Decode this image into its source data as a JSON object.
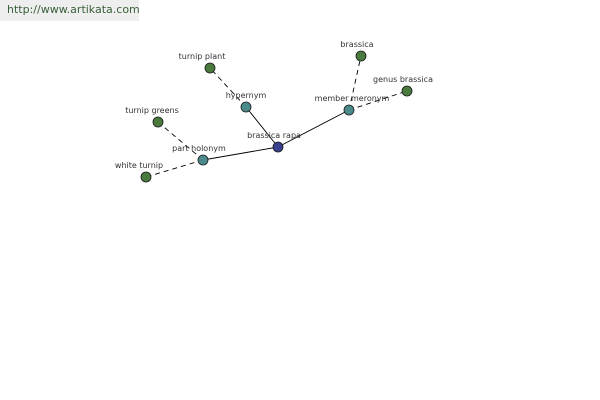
{
  "header": {
    "url": "http://www.artikata.com"
  },
  "colors": {
    "root": "#3a3f8f",
    "relation": "#4a8a8a",
    "term": "#4a7a3e",
    "edge": "#000000",
    "url_text": "#3a5f3a",
    "url_bg": "#eeeeee"
  },
  "graph": {
    "nodes": [
      {
        "id": "root",
        "label": "brassica rapa",
        "kind": "root"
      },
      {
        "id": "hypernym",
        "label": "hypernym",
        "kind": "relation"
      },
      {
        "id": "member-meronym",
        "label": "member meronym",
        "kind": "relation"
      },
      {
        "id": "part-holonym",
        "label": "part holonym",
        "kind": "relation"
      },
      {
        "id": "turnip-plant",
        "label": "turnip plant",
        "kind": "term"
      },
      {
        "id": "brassica",
        "label": "brassica",
        "kind": "term"
      },
      {
        "id": "genus-brassica",
        "label": "genus brassica",
        "kind": "term"
      },
      {
        "id": "turnip-greens",
        "label": "turnip greens",
        "kind": "term"
      },
      {
        "id": "white-turnip",
        "label": "white turnip",
        "kind": "term"
      }
    ],
    "edges": [
      {
        "from": "root",
        "to": "hypernym",
        "style": "solid"
      },
      {
        "from": "root",
        "to": "member-meronym",
        "style": "solid"
      },
      {
        "from": "root",
        "to": "part-holonym",
        "style": "solid"
      },
      {
        "from": "hypernym",
        "to": "turnip-plant",
        "style": "dashed"
      },
      {
        "from": "member-meronym",
        "to": "brassica",
        "style": "dashed"
      },
      {
        "from": "member-meronym",
        "to": "genus-brassica",
        "style": "dashed"
      },
      {
        "from": "part-holonym",
        "to": "turnip-greens",
        "style": "dashed"
      },
      {
        "from": "part-holonym",
        "to": "white-turnip",
        "style": "dashed"
      }
    ]
  }
}
